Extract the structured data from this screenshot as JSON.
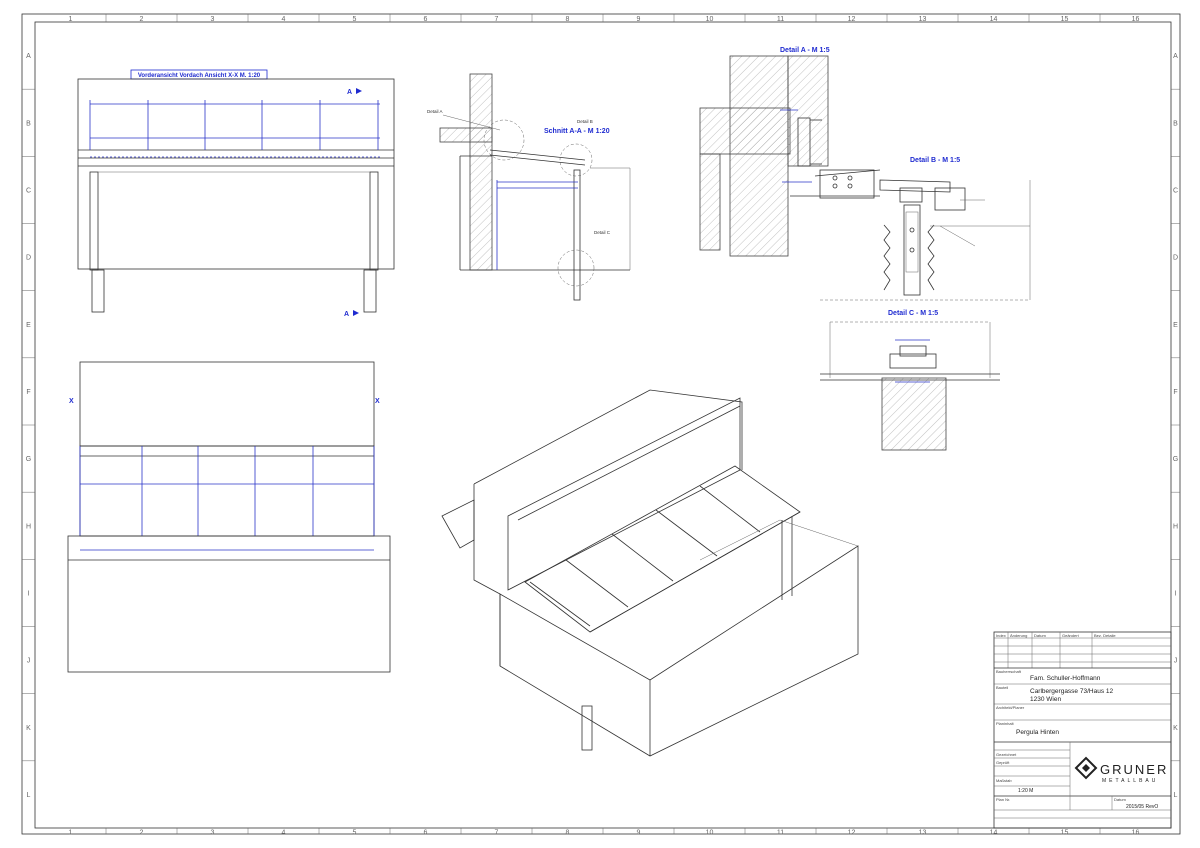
{
  "frame": {
    "columns": [
      "1",
      "2",
      "3",
      "4",
      "5",
      "6",
      "7",
      "8",
      "9",
      "10",
      "11",
      "12",
      "13",
      "14",
      "15",
      "16"
    ],
    "rows": [
      "A",
      "B",
      "C",
      "D",
      "E",
      "F",
      "G",
      "H",
      "I",
      "J",
      "K",
      "L"
    ]
  },
  "views": {
    "front": {
      "title": "Vorderansicht Vordach Ansicht X-X M. 1:20",
      "marker": "A"
    },
    "section": {
      "title": "Schnitt A-A - M 1:20",
      "detail_a": "Detail A",
      "detail_b": "Detail B",
      "detail_c": "Detail C"
    },
    "detail_a": {
      "title": "Detail A - M 1:5"
    },
    "detail_b": {
      "title": "Detail B - M 1:5"
    },
    "detail_c": {
      "title": "Detail C - M 1:5"
    },
    "plan": {
      "marker": "X"
    }
  },
  "title_block": {
    "revision_headers": [
      "Index",
      "Änderung",
      "Datum",
      "Geändert",
      "Bez. Detaile"
    ],
    "labels": {
      "client": "Bauherrschaft",
      "project": "Bauteil",
      "architect": "Architekt/Planer",
      "plan_content": "Planinhalt",
      "drawn": "Gezeichnet",
      "checked": "Geprüft",
      "plan_no": "Plan Nr.",
      "scale": "Maßstab",
      "date": "Datum"
    },
    "client": "Fam. Schuller-Hoffmann",
    "address_line1": "Carlbergergasse 73/Haus 12",
    "address_line2": "1230 Wien",
    "plan_content": "Pergula Hinten",
    "scale": "1:20 M",
    "date": "2015/05 RevO",
    "logo_name": "GRUNER",
    "logo_sub": "METALLBAU"
  },
  "colors": {
    "ink": "#333333",
    "dimension_blue": "#2a34c8",
    "paper": "#ffffff"
  }
}
